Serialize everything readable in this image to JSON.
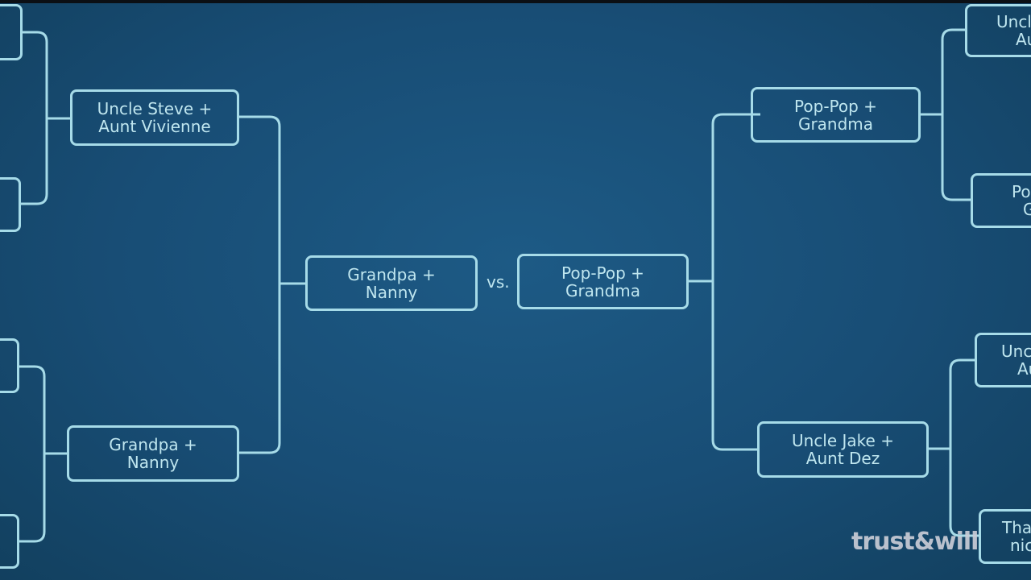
{
  "colors": {
    "background": "#184d75",
    "line": "#a6dbe8",
    "text": "#bfe6ef"
  },
  "left": {
    "round2_top": {
      "line1": "Uncle Steve +",
      "line2": "Aunt Vivienne"
    },
    "round2_bottom": {
      "line1": "Grandpa +",
      "line2": "Nanny"
    }
  },
  "final": {
    "left": {
      "line1": "Grandpa +",
      "line2": "Nanny"
    },
    "vs": "vs.",
    "right": {
      "line1": "Pop-Pop +",
      "line2": "Grandma"
    }
  },
  "right": {
    "round2_top": {
      "line1": "Pop-Pop +",
      "line2": "Grandma"
    },
    "round2_bottom": {
      "line1": "Uncle Jake +",
      "line2": "Aunt Dez"
    },
    "round1": [
      {
        "line1": "Uncl",
        "line2": "Au"
      },
      {
        "line1": "Po",
        "line2": "G"
      },
      {
        "line1": "Unc",
        "line2": "Au"
      },
      {
        "line1": "Tha",
        "line2": "nic"
      }
    ]
  },
  "watermark": "trust&will"
}
